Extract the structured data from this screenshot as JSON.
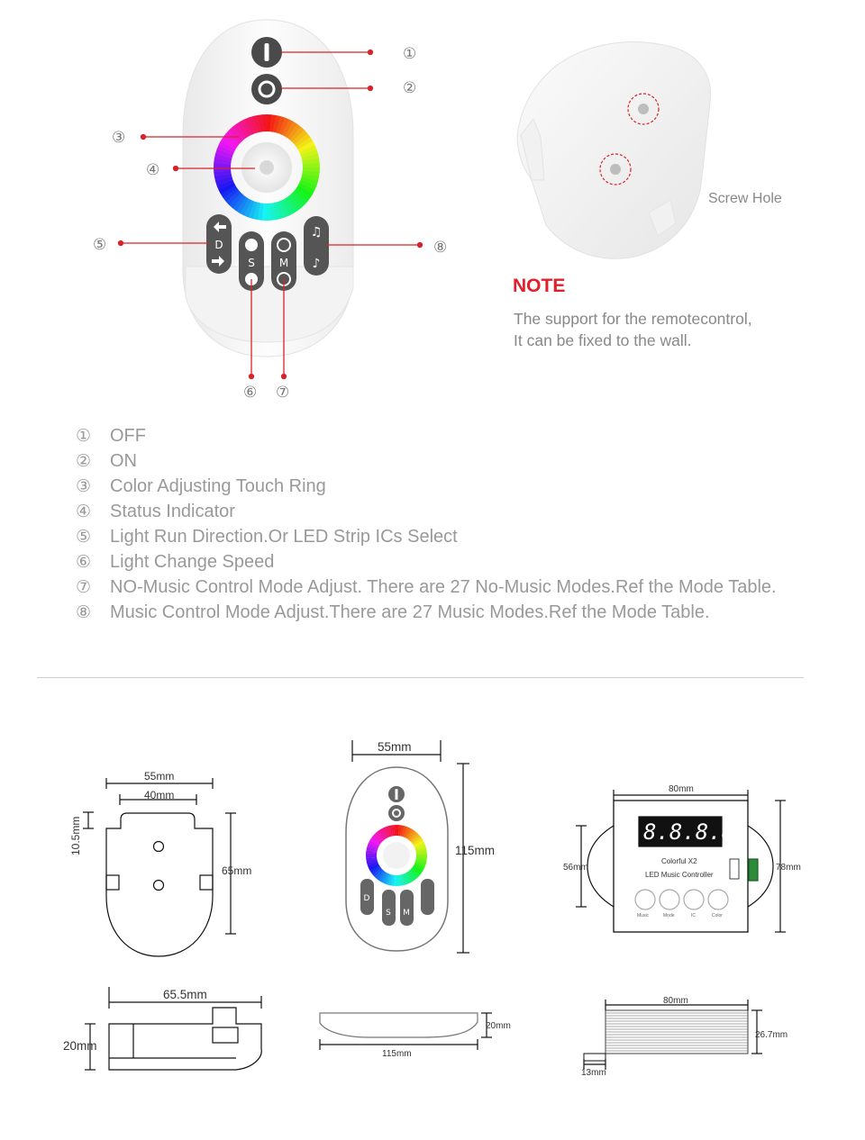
{
  "callouts": {
    "c1": "①",
    "c2": "②",
    "c3": "③",
    "c4": "④",
    "c5": "⑤",
    "c6": "⑥",
    "c7": "⑦",
    "c8": "⑧"
  },
  "remote_buttons": {
    "dir_letter": "D",
    "speed_letter": "S",
    "mode_letter": "M"
  },
  "holder": {
    "screw_label": "Screw Hole"
  },
  "note": {
    "title": "NOTE",
    "line1": "The support for the remotecontrol,",
    "line2": "It can be fixed to the wall."
  },
  "legend": [
    {
      "num": "①",
      "text": "OFF"
    },
    {
      "num": "②",
      "text": "ON"
    },
    {
      "num": "③",
      "text": "Color Adjusting Touch Ring"
    },
    {
      "num": "④",
      "text": "Status Indicator"
    },
    {
      "num": "⑤",
      "text": "Light Run Direction.Or LED Strip ICs Select"
    },
    {
      "num": "⑥",
      "text": "Light Change Speed"
    },
    {
      "num": "⑦",
      "text": "NO-Music Control Mode Adjust. There are 27 No-Music Modes.Ref the Mode Table."
    },
    {
      "num": "⑧",
      "text": "Music Control Mode Adjust.There are 27 Music Modes.Ref the Mode Table."
    }
  ],
  "dimensions": {
    "holder_top": {
      "width_outer": "55mm",
      "width_inner": "40mm",
      "height": "65mm",
      "lip": "10.5mm"
    },
    "remote_front": {
      "width": "55mm",
      "height": "115mm"
    },
    "controller_front": {
      "width": "80mm",
      "height_inner": "56mm",
      "height_outer": "78mm",
      "display": "8.8.8.8.",
      "name": "Colorful  X2",
      "subtitle": "LED Music Controller",
      "buttons": [
        "Music",
        "Mode",
        "IC",
        "Color"
      ]
    },
    "holder_side": {
      "length": "65.5mm",
      "height": "20mm"
    },
    "remote_side": {
      "length": "115mm",
      "thickness": "20mm"
    },
    "controller_side": {
      "length": "80mm",
      "height": "26.7mm",
      "foot": "13mm"
    }
  },
  "colors": {
    "callout_red": "#d8232a",
    "note_red": "#e0202a"
  }
}
